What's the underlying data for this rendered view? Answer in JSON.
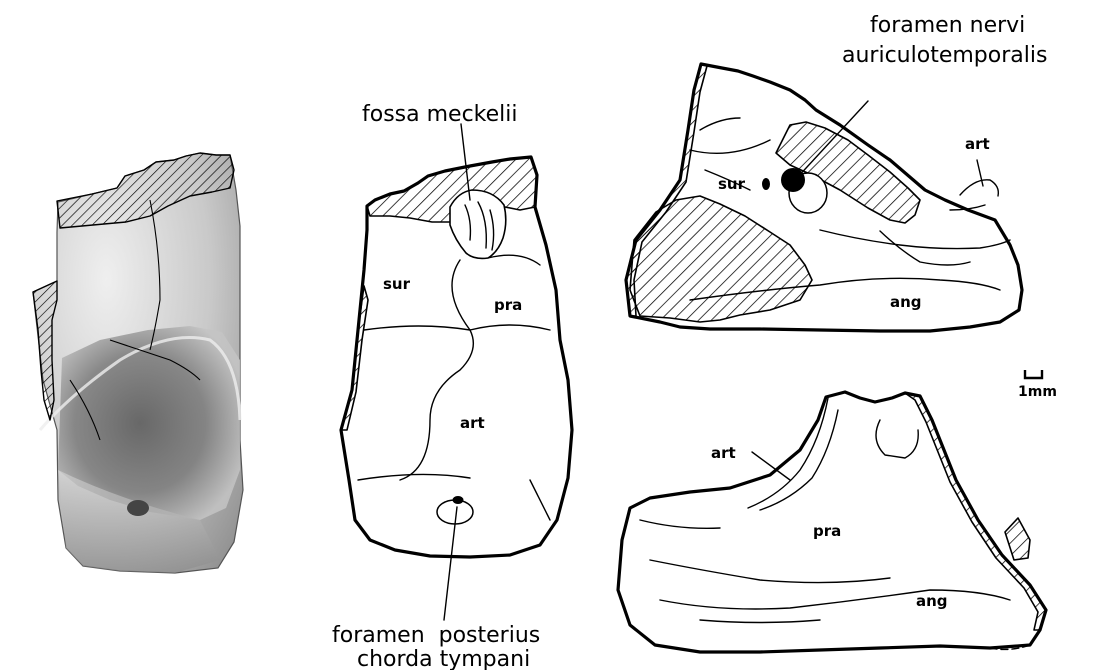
{
  "labels": {
    "fossa_meckelii": "fossa meckelii",
    "foramen_posterius_line1": "foramen  posterius",
    "foramen_posterius_line2": "chorda tympani",
    "foramen_nervi_line1": "foramen nervi",
    "foramen_nervi_line2": "auriculotemporalis",
    "scale": "1mm",
    "center": {
      "sur": "sur",
      "pra": "pra",
      "art": "art"
    },
    "upper_right": {
      "sur": "sur",
      "art": "art",
      "ang": "ang"
    },
    "lower_right": {
      "art": "art",
      "pra": "pra",
      "ang": "ang"
    }
  }
}
